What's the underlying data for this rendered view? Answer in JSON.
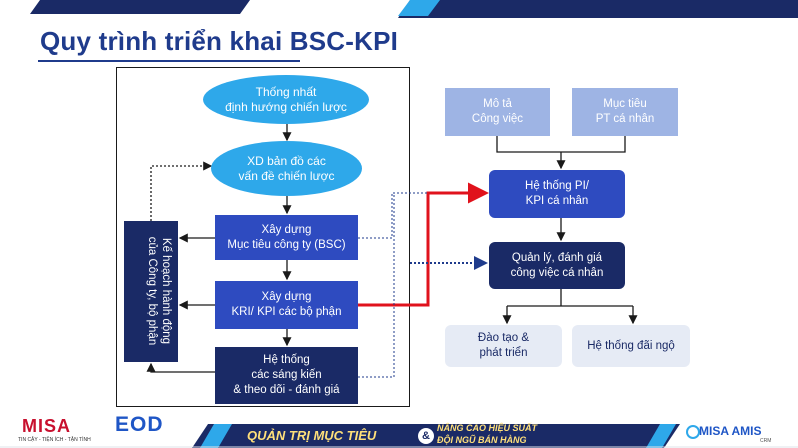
{
  "title": "Quy trình triển khai BSC-KPI",
  "nodes": {
    "unify": "Thống nhất\nđịnh hướng chiến lược",
    "strategy_map": "XD bản đồ các\nvấn đề chiến lược",
    "company_goals": "Xây dựng\nMục tiêu công ty (BSC)",
    "kri_kpi": "Xây dựng\nKRI/ KPI các bộ phận",
    "initiatives": "Hệ thống\ncác sáng kiến\n& theo dõi - đánh giá",
    "action_plan": "Kế hoạch hành động\ncủa Công ty, bộ phận",
    "job_desc": "Mô tả\nCông việc",
    "personal_goals": "Mục tiêu\nPT cá nhân",
    "pi_kpi": "Hệ thống PI/\nKPI cá nhân",
    "evaluate": "Quản lý, đánh giá\ncông việc cá nhân",
    "training": "Đào tạo &\nphát triển",
    "rewards": "Hệ thống đãi ngộ"
  },
  "footer": {
    "misa": "MISA",
    "misa_tagline": "TIN CẬY - TIỆN ÍCH - TẬN TÌNH",
    "eod": "EOD",
    "banner_main": "QUẢN TRỊ MỤC TIÊU",
    "banner_amp": "&",
    "banner_line1": "NÂNG CAO HIỆU SUẤT",
    "banner_line2": "ĐỘI NGŨ BÁN HÀNG",
    "amis": "MISA AMIS",
    "amis_sub": "CRM"
  },
  "colors": {
    "title": "#1f3b8c",
    "ellipse": "#2ea8ea",
    "box_blue": "#2e4bc0",
    "box_navy": "#1a2a66",
    "box_light": "#9eb4e4",
    "box_pale": "#e6ebf5",
    "highlight_red": "#e0121c",
    "dotted_blue": "#1f3b8c"
  }
}
